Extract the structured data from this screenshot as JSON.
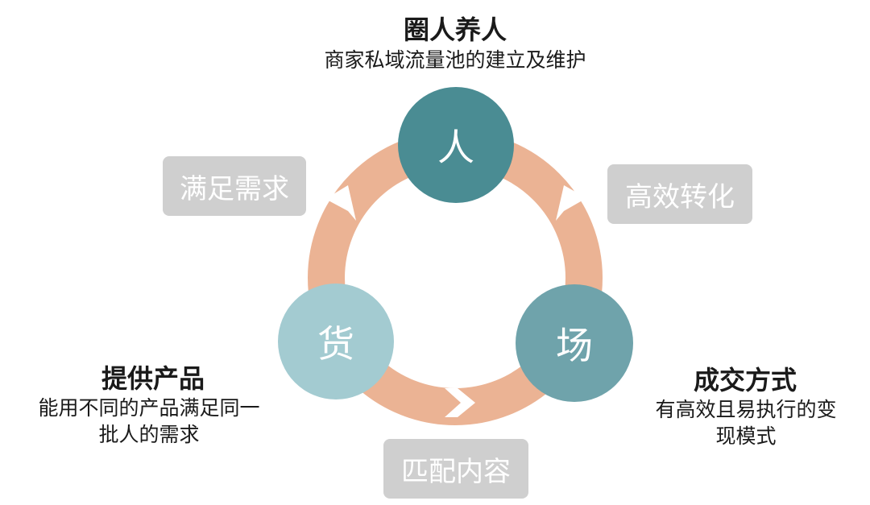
{
  "nodes": {
    "ren": {
      "label": "人",
      "color": "#4a8c93"
    },
    "huo": {
      "label": "货",
      "color": "#a3cbd1"
    },
    "chang": {
      "label": "场",
      "color": "#6fa3ab"
    }
  },
  "ring_color": "#ebb394",
  "arrow_color": "#ffffff",
  "tags": {
    "left": "满足需求",
    "right": "高效转化",
    "bottom": "匹配内容"
  },
  "captions": {
    "top": {
      "title": "圈人养人",
      "desc": "商家私域流量池的建立及维护"
    },
    "left": {
      "title": "提供产品",
      "desc_line1": "能用不同的产品满足同一",
      "desc_line2": "批人的需求"
    },
    "right": {
      "title": "成交方式",
      "desc_line1": "有高效且易执行的变",
      "desc_line2": "现模式"
    }
  }
}
